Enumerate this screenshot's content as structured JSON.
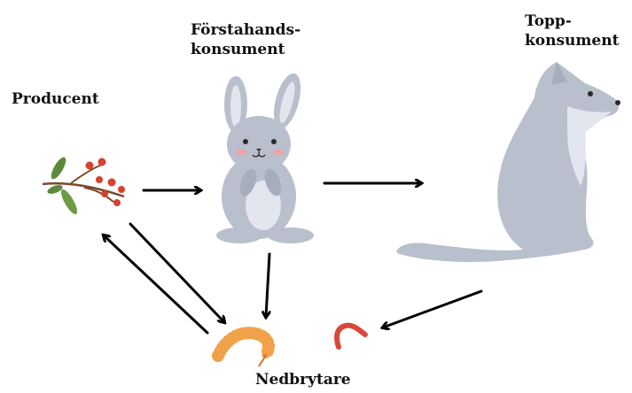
{
  "labels": {
    "producer": "Producent",
    "primary_line1": "Förstahands-",
    "primary_line2": "konsument",
    "top_line1": "Topp-",
    "top_line2": "konsument",
    "decomposer": "Nedbrytare"
  },
  "icons": {
    "producer": "berry-branch-icon",
    "primary_consumer": "rabbit-icon",
    "top_consumer": "wolf-icon",
    "decomposer_1": "centipede-icon",
    "decomposer_2": "worm-icon"
  },
  "colors": {
    "arrow": "#000000",
    "animal_gray": "#b9bfcc",
    "animal_light": "#e3e6ee",
    "berry_red": "#d8412f",
    "leaf_green": "#5a8a3a",
    "centipede_orange": "#d9762a",
    "worm_red": "#d9483a"
  }
}
